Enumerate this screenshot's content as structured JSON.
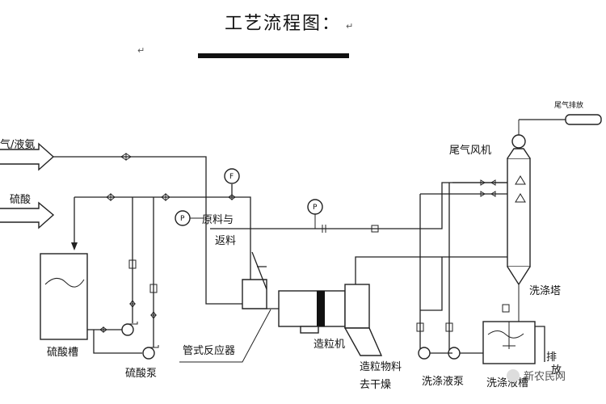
{
  "title": "工艺流程图：",
  "title_mark": "↵",
  "corner_mark": "↵",
  "labels": {
    "ammonia": "气/液氨",
    "sulfuric_acid": "硫酸",
    "raw_return": "原料与",
    "raw_return_2": "返料",
    "tank": "硫酸槽",
    "pump": "硫酸泵",
    "reactor": "管式反应器",
    "granulator": "造粒机",
    "to_dryer": "造粒物料",
    "to_dryer_2": "去干燥",
    "wash_pump": "洗涤液泵",
    "wash_tank": "洗涤液槽",
    "tower": "洗涤塔",
    "fan": "尾气风机",
    "exhaust": "尾气排放",
    "gauge_f": "F",
    "gauge_p": "P",
    "discharge": "排",
    "discharge_2": "放",
    "watermark": "新农民网"
  }
}
